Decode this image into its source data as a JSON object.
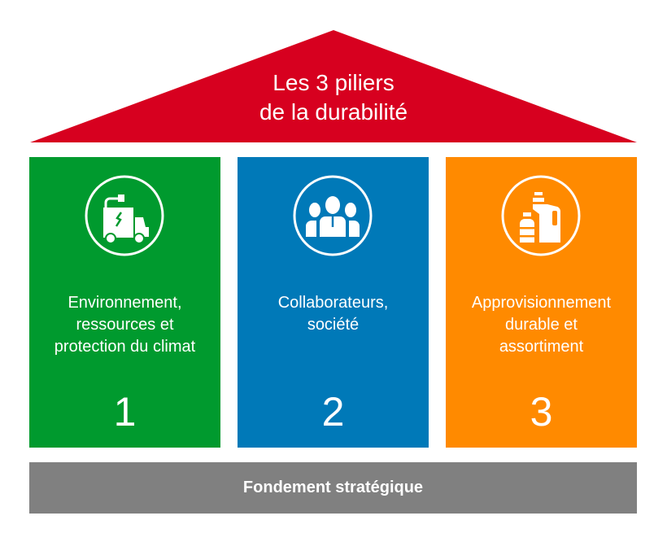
{
  "title": {
    "line1": "Les 3 piliers",
    "line2": "de la durabilité"
  },
  "pillars": [
    {
      "icon": "electric-truck-icon",
      "label_lines": [
        "Environnement,",
        "ressources et",
        "protection du climat"
      ],
      "number": "1",
      "color": "#009a2e"
    },
    {
      "icon": "people-group-icon",
      "label_lines": [
        "Collaborateurs,",
        "société"
      ],
      "number": "2",
      "color": "#0079b8"
    },
    {
      "icon": "bottles-icon",
      "label_lines": [
        "Approvisionnement",
        "durable et",
        "assortiment"
      ],
      "number": "3",
      "color": "#ff8a00"
    }
  ],
  "foundation": "Fondement stratégique",
  "colors": {
    "roof": "#d7001f",
    "foundation": "#808080"
  }
}
